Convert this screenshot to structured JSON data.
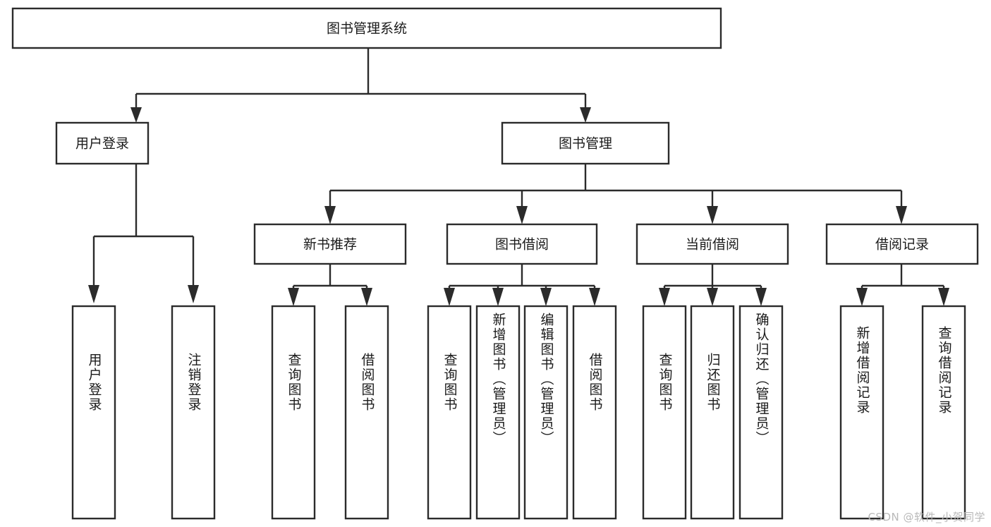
{
  "diagram": {
    "type": "tree",
    "title": "图书管理系统",
    "orientation": "top-down",
    "colors": {
      "box_stroke": "#2b2b2b",
      "box_fill": "#ffffff",
      "line": "#2b2b2b",
      "text": "#1a1a1a",
      "watermark": "#b9b9b9"
    },
    "root": {
      "label": "图书管理系统"
    },
    "level2": [
      {
        "label": "用户登录"
      },
      {
        "label": "图书管理"
      }
    ],
    "level3": [
      {
        "label": "新书推荐"
      },
      {
        "label": "图书借阅"
      },
      {
        "label": "当前借阅"
      },
      {
        "label": "借阅记录"
      }
    ],
    "leaves": {
      "user_login": [
        {
          "label": "用户登录"
        },
        {
          "label": "注销登录"
        }
      ],
      "new_book_recommend": [
        {
          "label": "查询图书"
        },
        {
          "label": "借阅图书"
        }
      ],
      "book_borrow": [
        {
          "label": "查询图书"
        },
        {
          "label": "新增图书（管理员）"
        },
        {
          "label": "编辑图书（管理员）"
        },
        {
          "label": "借阅图书"
        }
      ],
      "current_borrow": [
        {
          "label": "查询图书"
        },
        {
          "label": "归还图书"
        },
        {
          "label": "确认归还（管理员）"
        }
      ],
      "borrow_record": [
        {
          "label": "新增借阅记录"
        },
        {
          "label": "查询借阅记录"
        }
      ]
    }
  },
  "watermark": {
    "text": "CSDN @软件_小贺同学"
  }
}
